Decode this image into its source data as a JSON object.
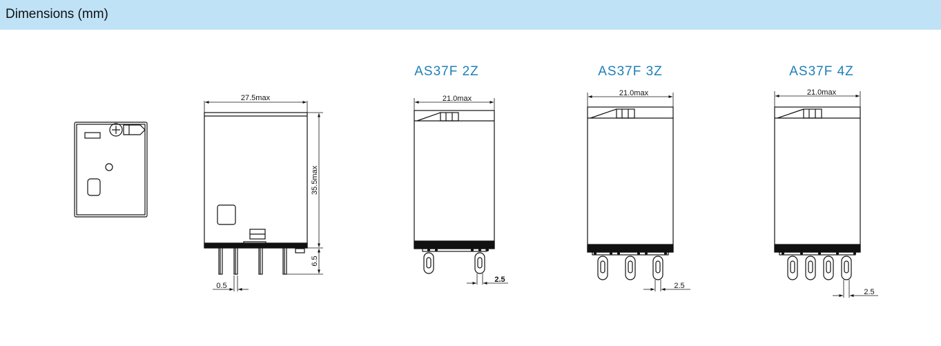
{
  "header": {
    "title": "Dimensions (mm)"
  },
  "views": {
    "side": {
      "width_label": "27.5max",
      "height_label": "35.5max",
      "pin_length_label": "6.5",
      "pin_thickness_label": "0.5"
    },
    "models": [
      {
        "title": "AS37F 2Z",
        "width_label": "21.0max",
        "pin_pitch_label": "2.5"
      },
      {
        "title": "AS37F 3Z",
        "width_label": "21.0max",
        "pin_pitch_label": "2.5"
      },
      {
        "title": "AS37F 4Z",
        "width_label": "21.0max",
        "pin_pitch_label": "2.5"
      }
    ]
  }
}
